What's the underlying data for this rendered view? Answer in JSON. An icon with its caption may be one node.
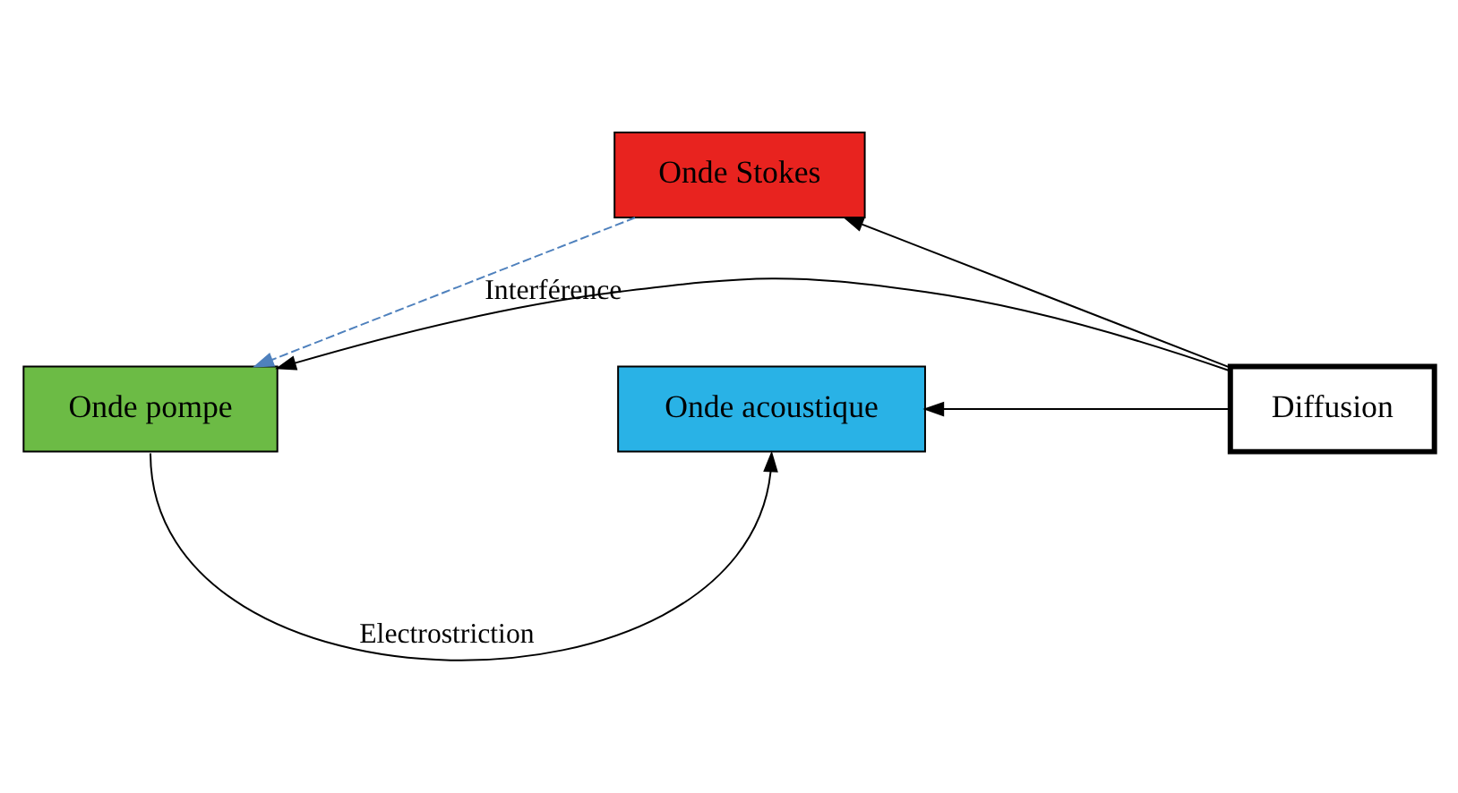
{
  "diagram": {
    "nodes": [
      {
        "text": [
          "Onde Stokes"
        ]
      },
      {
        "text": [
          "Onde acoustique"
        ]
      },
      {
        "text": [
          "Diffusion"
        ]
      },
      {
        "text": [
          "Onde pompe"
        ]
      }
    ],
    "edges": [
      {
        "from": 2,
        "to": 0,
        "arrow": "to"
      },
      {
        "from": 2,
        "to": 1,
        "arrow": "to"
      },
      {
        "from": 2,
        "to": 3,
        "arrow": "to"
      },
      {
        "from": 0,
        "to": 3,
        "arrow": "to",
        "label": "Interférence",
        "style": "dashed",
        "color": "#4f81bd"
      },
      {
        "from": 3,
        "to": 1,
        "arrow": "to",
        "label": "Electrostriction"
      }
    ]
  }
}
